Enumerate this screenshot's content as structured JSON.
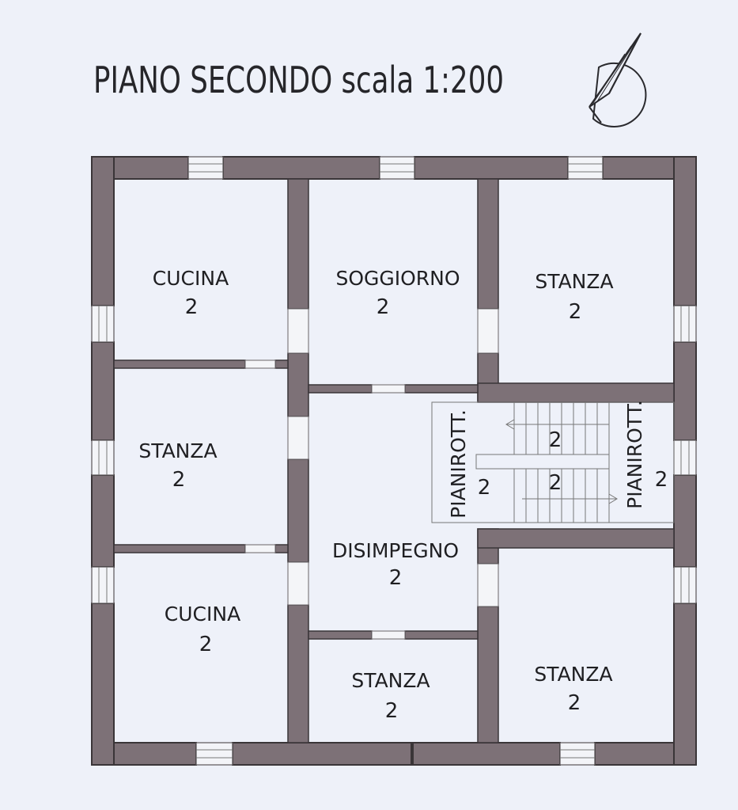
{
  "title": "PIANO SECONDO scala 1:200",
  "rooms": {
    "cucina_top": {
      "name": "CUCINA",
      "num": "2"
    },
    "soggiorno": {
      "name": "SOGGIORNO",
      "num": "2"
    },
    "stanza_ne": {
      "name": "STANZA",
      "num": "2"
    },
    "stanza_w": {
      "name": "STANZA",
      "num": "2"
    },
    "disimpegno": {
      "name": "DISIMPEGNO",
      "num": "2"
    },
    "cucina_bottom": {
      "name": "CUCINA",
      "num": "2"
    },
    "stanza_s": {
      "name": "STANZA",
      "num": "2"
    },
    "stanza_se": {
      "name": "STANZA",
      "num": "2"
    },
    "pianirott_left": {
      "name": "PIANIROTT.",
      "num": "2"
    },
    "pianirott_right": {
      "name": "PIANIROTT.",
      "num": "2"
    },
    "stair_top": {
      "num": "2"
    },
    "stair_bottom": {
      "num": "2"
    }
  },
  "icons": {
    "north_arrow": "north-arrow-icon"
  },
  "colors": {
    "background": "#eef1f9",
    "wall": "#7d7177",
    "ink": "#1e1e22"
  }
}
